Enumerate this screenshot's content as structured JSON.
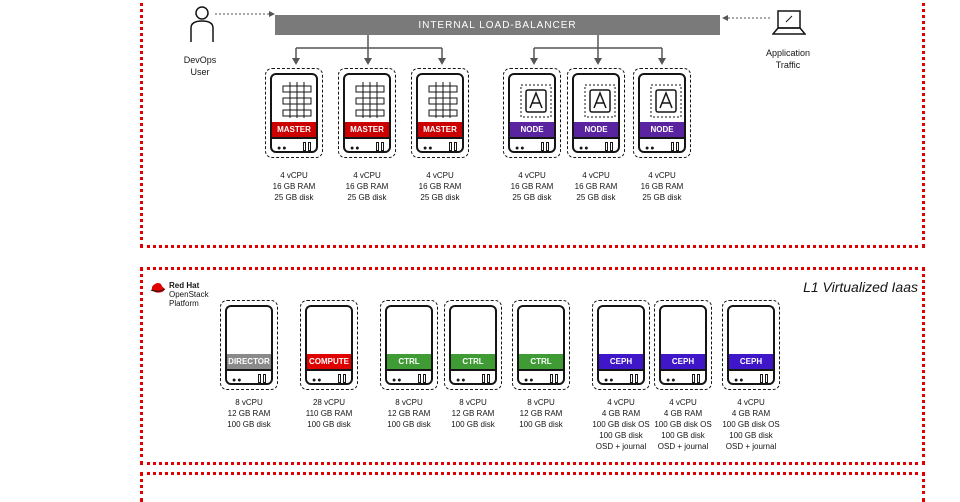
{
  "load_balancer": {
    "label": "INTERNAL LOAD-BALANCER"
  },
  "actors": {
    "devops": {
      "line1": "DevOps",
      "line2": "User"
    },
    "app": {
      "line1": "Application",
      "line2": "Traffic"
    }
  },
  "top_servers": [
    {
      "tag": "MASTER",
      "kind": "master",
      "color": "#cc0000",
      "spec": [
        "4 vCPU",
        "16 GB RAM",
        "25 GB disk"
      ]
    },
    {
      "tag": "MASTER",
      "kind": "master",
      "color": "#cc0000",
      "spec": [
        "4 vCPU",
        "16 GB RAM",
        "25 GB disk"
      ]
    },
    {
      "tag": "MASTER",
      "kind": "master",
      "color": "#cc0000",
      "spec": [
        "4 vCPU",
        "16 GB RAM",
        "25 GB disk"
      ]
    },
    {
      "tag": "NODE",
      "kind": "node",
      "color": "#5a23a0",
      "spec": [
        "4 vCPU",
        "16 GB RAM",
        "25 GB disk"
      ]
    },
    {
      "tag": "NODE",
      "kind": "node",
      "color": "#5a23a0",
      "spec": [
        "4 vCPU",
        "16 GB RAM",
        "25 GB disk"
      ]
    },
    {
      "tag": "NODE",
      "kind": "node",
      "color": "#5a23a0",
      "spec": [
        "4 vCPU",
        "16 GB RAM",
        "25 GB disk"
      ]
    }
  ],
  "l1": {
    "title": "L1 Virtualized Iaas",
    "logo": {
      "line1": "Red Hat",
      "line2": "OpenStack",
      "line3": "Platform"
    },
    "servers": [
      {
        "tag": "DIRECTOR",
        "color": "#8a8a8a",
        "spec": [
          "8 vCPU",
          "12 GB RAM",
          "100 GB disk"
        ]
      },
      {
        "tag": "COMPUTE",
        "color": "#e00000",
        "spec": [
          "28 vCPU",
          "110 GB RAM",
          "100 GB disk"
        ]
      },
      {
        "tag": "CTRL",
        "color": "#3f9c35",
        "spec": [
          "8 vCPU",
          "12 GB RAM",
          "100 GB disk"
        ]
      },
      {
        "tag": "CTRL",
        "color": "#3f9c35",
        "spec": [
          "8 vCPU",
          "12 GB RAM",
          "100 GB disk"
        ]
      },
      {
        "tag": "CTRL",
        "color": "#3f9c35",
        "spec": [
          "8 vCPU",
          "12 GB RAM",
          "100 GB disk"
        ]
      },
      {
        "tag": "CEPH",
        "color": "#3f16c8",
        "spec": [
          "4 vCPU",
          "4 GB RAM",
          "100 GB disk OS",
          "100 GB disk",
          "OSD + journal"
        ]
      },
      {
        "tag": "CEPH",
        "color": "#3f16c8",
        "spec": [
          "4 vCPU",
          "4 GB RAM",
          "100 GB disk OS",
          "100 GB disk",
          "OSD + journal"
        ]
      },
      {
        "tag": "CEPH",
        "color": "#3f16c8",
        "spec": [
          "4 vCPU",
          "4 GB RAM",
          "100 GB disk OS",
          "100 GB disk",
          "OSD + journal"
        ]
      }
    ]
  },
  "colors": {
    "zone_border": "#e00000",
    "lb_bar": "#7a7a7a"
  }
}
